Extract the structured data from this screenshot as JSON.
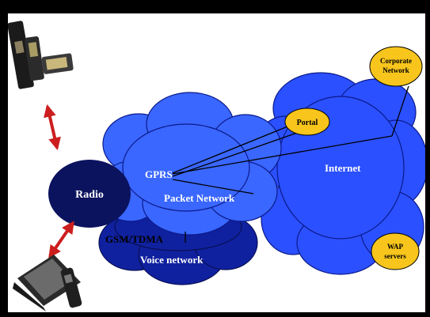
{
  "diagram": {
    "radio": "Radio",
    "gprs": "GPRS",
    "packet_network": "Packet Network",
    "gsm_tdma": "GSM/TDMA",
    "voice_network": "Voice network",
    "internet": "Internet",
    "portal": "Portal",
    "corporate_line1": "Corporate",
    "corporate_line2": "Network",
    "wap_line1": "WAP",
    "wap_line2": "servers"
  },
  "colors": {
    "frame": "#000000",
    "cloud_blue": "#1f3fff",
    "cloud_light": "#3a67ff",
    "voice_navy": "#0f1a9c",
    "radio_navy": "#0b135e",
    "yellow": "#f7c51c",
    "arrow_red": "#cc1e1e"
  },
  "icons": [
    "phone-devices-icon",
    "laptop-phone-icon"
  ]
}
